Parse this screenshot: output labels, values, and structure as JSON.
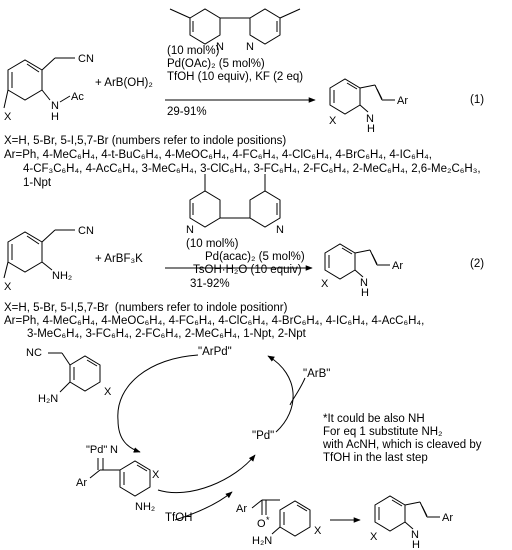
{
  "eq1": {
    "ligand_loading": "(10 mol%)",
    "catalyst": "Pd(OAc)₂ (5 mol%)",
    "additives": "TfOH (10 equiv), KF (2 eq)",
    "yield": "29-91%",
    "reagent": "+ ArB(OH)₂",
    "label": "(1)",
    "sm_cn": "CN",
    "sm_nh": "N",
    "sm_h": "H",
    "sm_ac": "Ac",
    "sm_x": "X",
    "prod_x": "X",
    "prod_nh": "N",
    "prod_h": "H",
    "prod_ar": "Ar",
    "x_line": "X=H, 5-Br, 5-I,5,7-Br (numbers refer to indole positions)",
    "ar_line1": "Ar=Ph, 4-MeC₆H₄, 4-t-BuC₆H₄, 4-MeOC₆H₄, 4-FC₆H₄, 4-ClC₆H₄, 4-BrC₆H₄, 4-IC₆H₄,",
    "ar_line2": "4-CF₃C₆H₄, 4-AcC₆H₄, 3-MeC₆H₄, 3-ClC₆H₄, 3-FC₆H₄, 2-FC₆H₄, 2-MeC₆H₄, 2,6-Me₂C₆H₃,",
    "ar_line3": "1-Npt",
    "lig_n1": "N",
    "lig_n2": "N"
  },
  "eq2": {
    "ligand_loading": "(10 mol%)",
    "catalyst": "Pd(acac)₂ (5 mol%)",
    "additives": "TsOH·H₂O (10 equiv)",
    "yield": "31-92%",
    "reagent": "+ ArBF₃K",
    "label": "(2)",
    "sm_cn": "CN",
    "sm_nh2": "NH₂",
    "sm_x": "X",
    "prod_x": "X",
    "prod_nh": "N",
    "prod_h": "H",
    "prod_ar": "Ar",
    "x_line": "X=H, 5-Br, 5-I,5,7-Br  (numbers refer to indole positionr)",
    "ar_line1": "Ar=Ph, 4-MeC₆H₄, 4-MeOC₆H₄, 4-FC₆H₄, 4-ClC₆H₄, 4-BrC₆H₄, 4-IC₆H₄, 4-AcC₆H₄,",
    "ar_line2": "3-MeC₆H₄, 3-FC₆H₄, 2-FC₆H₄, 2-MeC₆H₄, 1-Npt, 2-Npt",
    "lig_n1": "N",
    "lig_n2": "N"
  },
  "cycle": {
    "arpd": "\"ArPd\"",
    "arb": "\"ArB\"",
    "pd": "\"Pd\"",
    "imine_pd": "\"Pd\"",
    "imine_n": "N",
    "imine_ar": "Ar",
    "imine_nh2": "NH₂",
    "imine_x": "X",
    "sm_nc": "NC",
    "sm_h2n": "H₂N",
    "sm_x": "X",
    "tfoh": "TfOH",
    "ketone_ar": "Ar",
    "ketone_o": "O",
    "ketone_star": "*",
    "ketone_h2n": "H₂N",
    "ketone_x": "X",
    "final_x": "X",
    "final_nh": "N",
    "final_h": "H",
    "final_ar": "Ar",
    "note1": "*It could be also NH",
    "note2": "For eq 1 substitute NH₂",
    "note3": "with AcNH, which is cleaved by",
    "note4": "TfOH in the last step"
  }
}
